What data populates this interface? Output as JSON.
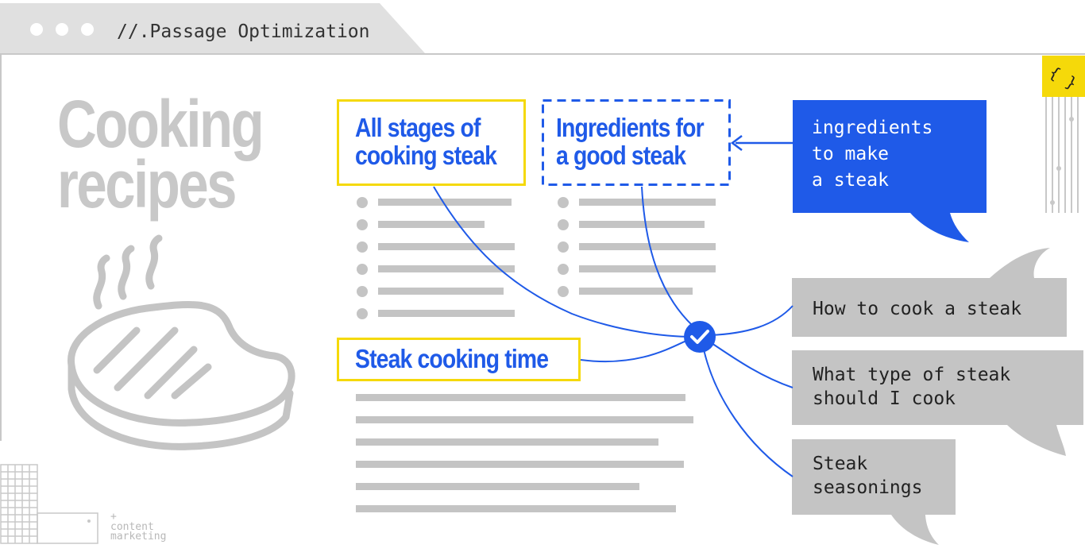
{
  "header": {
    "tab_title": "//.Passage Optimization",
    "dots": 3
  },
  "title": "Cooking\nrecipes",
  "headings": [
    "All stages of\ncooking steak",
    "Ingredients for\na good steak",
    "Steak cooking time"
  ],
  "query_bubble": "ingredients\nto make\na steak",
  "questions": [
    "How to cook a steak",
    "What type of steak\nshould I cook",
    "Steak\nseasonings"
  ],
  "footer": {
    "plus": "+",
    "label": "content\nmarketing"
  },
  "colors": {
    "blue": "#1f5ae8",
    "yellow": "#f5d90a",
    "gray": "#c4c4c4",
    "light_gray": "#e0e0e0"
  },
  "icons": [
    "steak-icon",
    "check-icon",
    "code-braces-icon",
    "window-dots-icon",
    "grid-pattern"
  ]
}
